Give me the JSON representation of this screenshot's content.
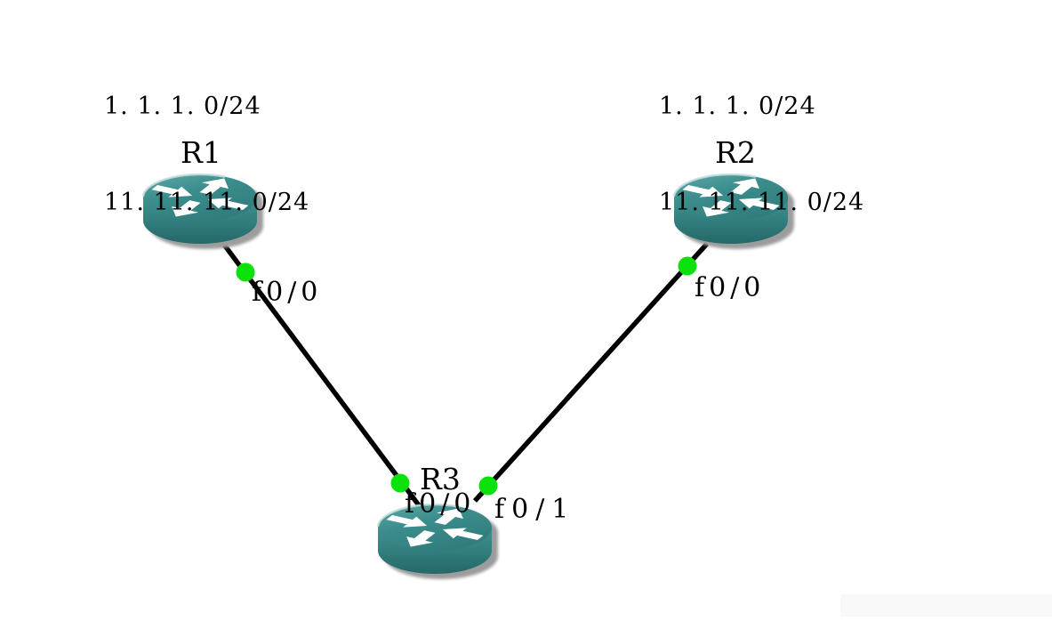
{
  "diagram": {
    "type": "network-topology",
    "background": "#ffffff"
  },
  "annotations": {
    "left": {
      "lines": [
        "1. 1. 1. 0/24",
        "11. 11. 11. 0/24"
      ]
    },
    "right": {
      "lines": [
        "1. 1. 1. 0/24",
        "11. 11. 11. 0/24"
      ]
    }
  },
  "nodes": [
    {
      "id": "r1",
      "label": "R1",
      "type": "router"
    },
    {
      "id": "r2",
      "label": "R2",
      "type": "router"
    },
    {
      "id": "r3",
      "label": "R3",
      "type": "router"
    }
  ],
  "links": [
    {
      "id": "r1-r3",
      "endpoints": [
        {
          "node": "R1",
          "interface": "f0/0"
        },
        {
          "node": "R3",
          "interface": "f0/0"
        }
      ]
    },
    {
      "id": "r2-r3",
      "endpoints": [
        {
          "node": "R2",
          "interface": "f0/0"
        },
        {
          "node": "R3",
          "interface": "f0/1"
        }
      ]
    }
  ],
  "icons": [
    {
      "name": "router-icon",
      "shape": "teal-cylinder-with-four-white-arrows"
    },
    {
      "name": "port-dot",
      "shape": "green-circle"
    }
  ],
  "colors": {
    "link_color": "#000000",
    "dot_color": "#0be20b",
    "text_color": "#000000",
    "router_body": "#3b8d8d",
    "router_side_dark": "#266b6b",
    "shadow": "#9c9c9c"
  }
}
